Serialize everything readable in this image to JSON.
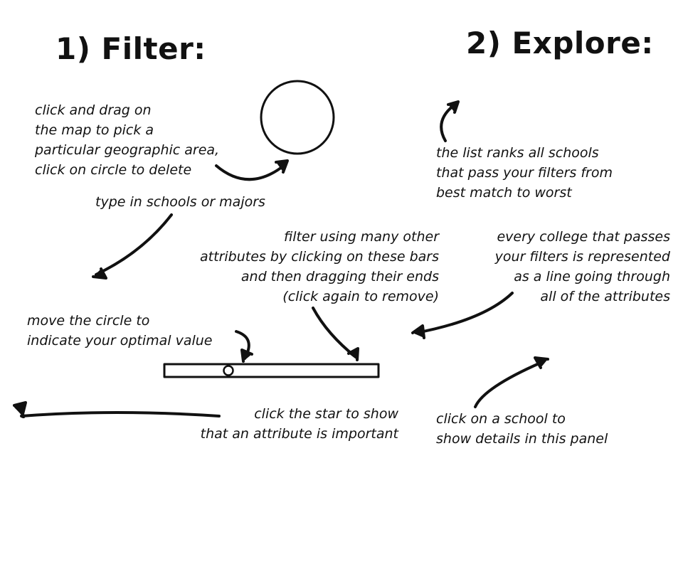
{
  "headings": {
    "filter": "1) Filter:",
    "explore": "2) Explore:"
  },
  "notes": {
    "map": "click and drag on\nthe map to pick a\nparticular geographic area,\nclick on circle to delete",
    "search": "type in schools or majors",
    "ranking": "the list ranks all schools\nthat pass your filters from\nbest match to worst",
    "attributes": "filter using many other\nattributes by clicking on these bars\nand then dragging their ends\n(click again to remove)",
    "lines": "every college that passes\nyour filters is represented\nas a  line going through\nall of the attributes",
    "optimal": "move the circle to\nindicate your optimal value",
    "star": "click the star to show\nthat an attribute is important",
    "details": "click on a school to\nshow details in this panel"
  },
  "colors": {
    "ink": "#111111",
    "background": "#ffffff"
  }
}
